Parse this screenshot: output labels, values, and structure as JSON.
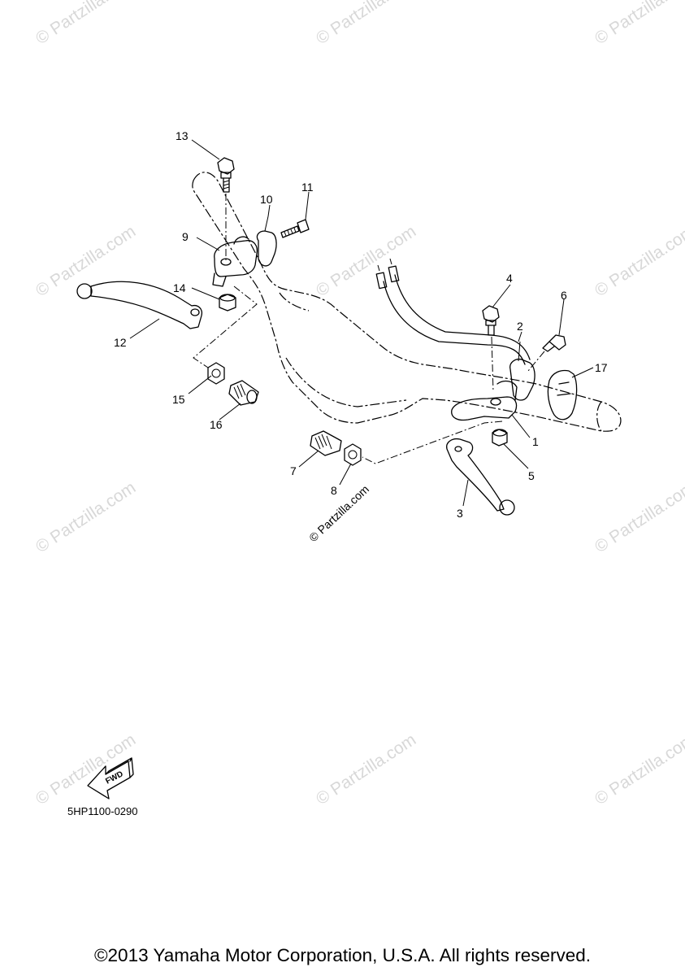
{
  "watermark": {
    "text": "© Partzilla.com",
    "center_text": "© Partzilla.com"
  },
  "callouts": [
    "1",
    "2",
    "3",
    "4",
    "5",
    "6",
    "7",
    "8",
    "9",
    "10",
    "11",
    "12",
    "13",
    "14",
    "15",
    "16",
    "17"
  ],
  "fwd_label": "FWD",
  "diagram_code": "5HP1100-0290",
  "copyright": "©2013 Yamaha Motor Corporation, U.S.A. All rights reserved."
}
